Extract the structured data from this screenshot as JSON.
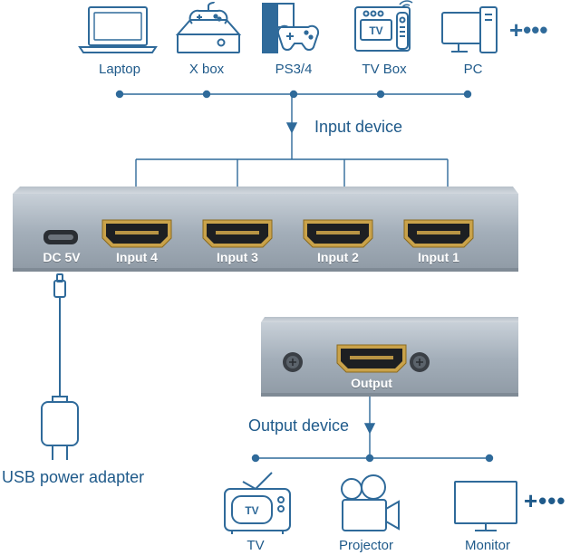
{
  "input_devices": [
    {
      "label": "Laptop",
      "icon": "laptop-icon"
    },
    {
      "label": "X box",
      "icon": "game-console-icon"
    },
    {
      "label": "PS3/4",
      "icon": "ps-console-icon"
    },
    {
      "label": "TV Box",
      "icon": "tv-box-icon"
    },
    {
      "label": "PC",
      "icon": "desktop-pc-icon"
    }
  ],
  "input_more": "+•••",
  "input_device_label": "Input device",
  "switch": {
    "dc_label": "DC 5V",
    "ports": [
      "Input 4",
      "Input 3",
      "Input 2",
      "Input 1"
    ],
    "output_label": "Output"
  },
  "output_device_label": "Output device",
  "power_label": "USB power adapter",
  "output_devices": [
    {
      "label": "TV",
      "icon": "tv-icon"
    },
    {
      "label": "Projector",
      "icon": "projector-icon"
    },
    {
      "label": "Monitor",
      "icon": "monitor-icon"
    }
  ],
  "output_more": "+•••",
  "tv_screen_text": "TV",
  "colors": {
    "line": "#2f6a9a",
    "box": "#a7b2bd",
    "text": "#1f5a8a"
  }
}
